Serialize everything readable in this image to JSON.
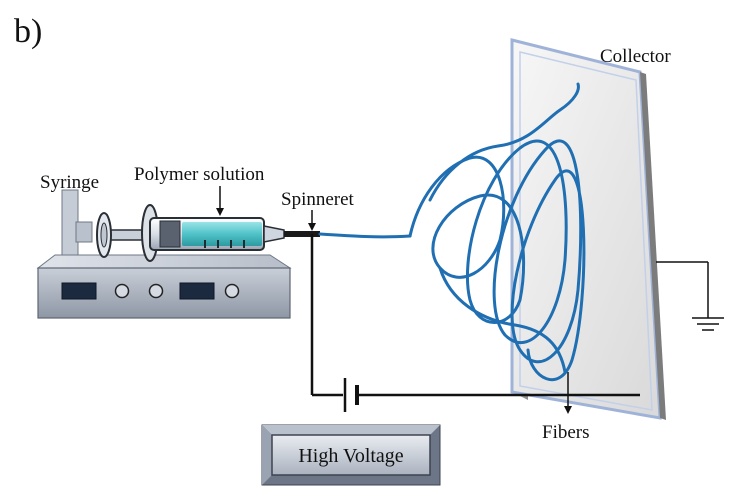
{
  "panel_label": "b)",
  "labels": {
    "syringe": "Syringe",
    "polymer_solution": "Polymer solution",
    "spinneret": "Spinneret",
    "collector": "Collector",
    "fibers": "Fibers"
  },
  "power_supply": {
    "label": "High Voltage"
  },
  "colors": {
    "fiber": "#1f6fb2",
    "solution": "#4fc3c8",
    "pump_body": "#a9b1bd",
    "collector_frame": "#9fb3d9",
    "wire": "#111111"
  }
}
